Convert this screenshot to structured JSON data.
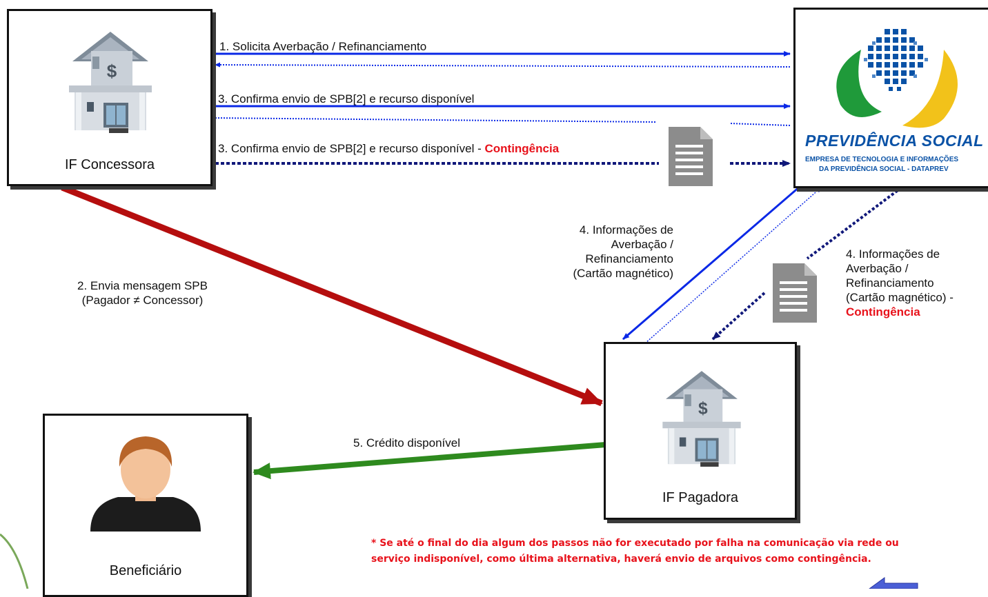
{
  "nodes": {
    "if_concessora": "IF Concessora",
    "if_pagadora": "IF Pagadora",
    "beneficiario": "Beneficiário",
    "previdencia": {
      "title": "PREVIDÊNCIA SOCIAL",
      "subtitle_line1": "EMPRESA DE TECNOLOGIA E INFORMAÇÕES",
      "subtitle_line2": "DA PREVIDÊNCIA SOCIAL - DATAPREV"
    }
  },
  "steps": {
    "s1": "1. Solicita Averbação / Refinanciamento",
    "s3": "3. Confirma envio de SPB[2] e recurso disponível",
    "s3c_text": "3. Confirma envio de SPB[2] e recurso disponível -",
    "s3c_flag": "Contingência",
    "s2_line1": "2. Envia mensagem SPB",
    "s2_line2": "(Pagador ≠ Concessor)",
    "s4_line1": "4. Informações de",
    "s4_line2": "Averbação /",
    "s4_line3": "Refinanciamento",
    "s4_line4": "(Cartão magnético)",
    "s4c_line1": "4. Informações de",
    "s4c_line2": "Averbação /",
    "s4c_line3": "Refinanciamento",
    "s4c_line4": "(Cartão magnético) -",
    "s4c_flag": "Contingência",
    "s5": "5. Crédito disponível"
  },
  "note": {
    "line1": "* Se até o final do dia algum dos passos não for executado por falha na comunicação via rede ou",
    "line2": "serviço indisponível, como última alternativa, haverá envio de arquivos como contingência."
  },
  "colors": {
    "blue": "#0a28e6",
    "navy": "#10187a",
    "red_arrow": "#b50e0e",
    "green_arrow": "#2e8a1e",
    "alert_red": "#e8121b"
  }
}
